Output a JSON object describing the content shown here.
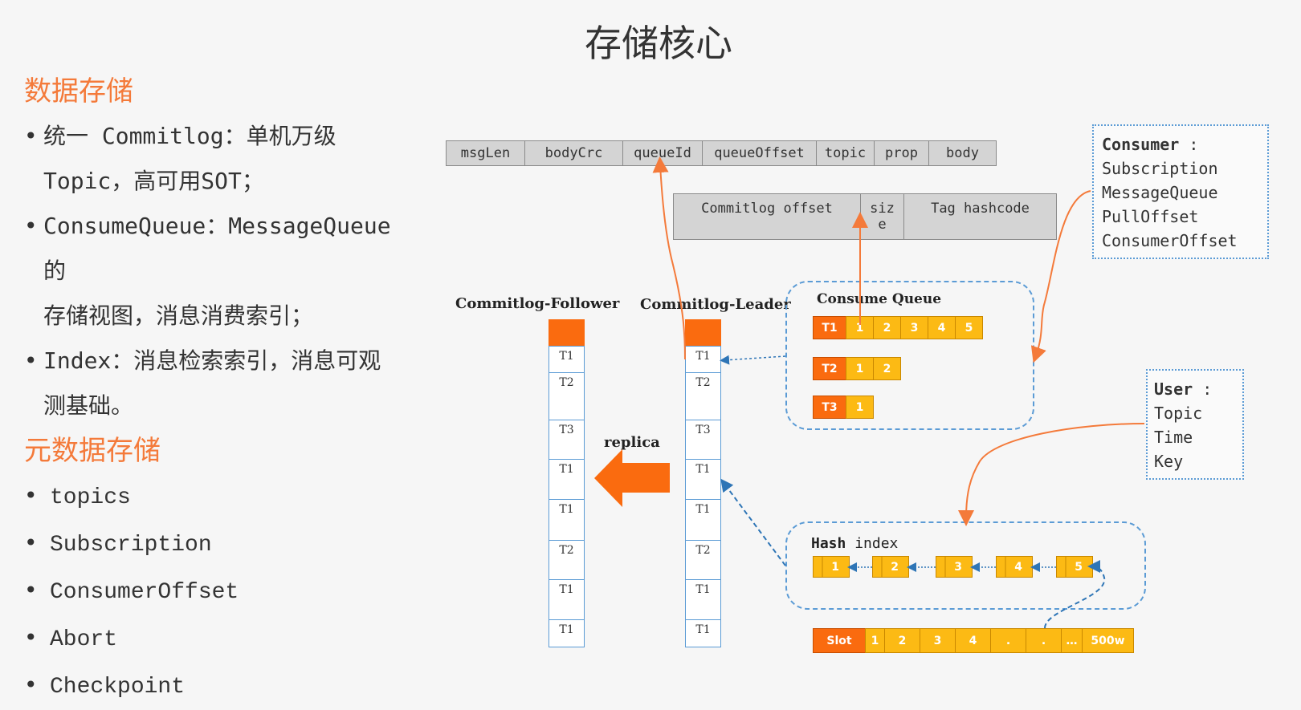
{
  "title": "存储核心",
  "left": {
    "data_section_title": "数据存储",
    "bullets": [
      {
        "line1": "统一 Commitlog：单机万级",
        "line2": "Topic，高可用SOT；"
      },
      {
        "line1": "ConsumeQueue：MessageQueue 的",
        "line2": "存储视图，消息消费索引；"
      },
      {
        "line1": "Index：消息检索索引，消息可观",
        "line2": "测基础。"
      }
    ],
    "meta_section_title": "元数据存储",
    "meta_items": [
      "topics",
      "Subscription",
      "ConsumerOffset",
      "Abort",
      "Checkpoint"
    ]
  },
  "message_header": [
    "msgLen",
    "bodyCrc",
    "queueId",
    "queueOffset",
    "topic",
    "prop",
    "body"
  ],
  "cq_entry": {
    "offset": "Commitlog offset",
    "size_1": "siz",
    "size_2": "e",
    "tag": "Tag hashcode"
  },
  "consumer_box": {
    "title": "Consumer",
    "colon": ":",
    "lines": [
      "Subscription",
      "MessageQueue",
      "PullOffset",
      "ConsumerOffset"
    ]
  },
  "user_box": {
    "title": "User",
    "colon": ":",
    "lines": [
      "Topic",
      "Time",
      "Key"
    ]
  },
  "follower_title": "Commitlog-Follower",
  "leader_title": "Commitlog-Leader",
  "log_cells": [
    "T1",
    "T2",
    "T3",
    "T1",
    "T1",
    "T2",
    "T1",
    "T1"
  ],
  "replica_label": "replica",
  "consume_queue": {
    "title": "Consume Queue",
    "rows": [
      {
        "topic": "T1",
        "cells": [
          "1",
          "2",
          "3",
          "4",
          "5"
        ]
      },
      {
        "topic": "T2",
        "cells": [
          "1",
          "2"
        ]
      },
      {
        "topic": "T3",
        "cells": [
          "1"
        ]
      }
    ]
  },
  "hash_index": {
    "title_bold": "Hash",
    "title_rest": "index",
    "nodes": [
      "1",
      "2",
      "3",
      "4",
      "5"
    ]
  },
  "slot_row": {
    "label": "Slot",
    "cells": [
      "1",
      "2",
      "3",
      "4",
      ".",
      ".",
      "…",
      "500w"
    ]
  },
  "colors": {
    "accent": "#f47a3a",
    "orange": "#fa6b0f",
    "yellow": "#fcba14",
    "blue": "#5b9bd5",
    "gray": "#d4d4d4"
  }
}
